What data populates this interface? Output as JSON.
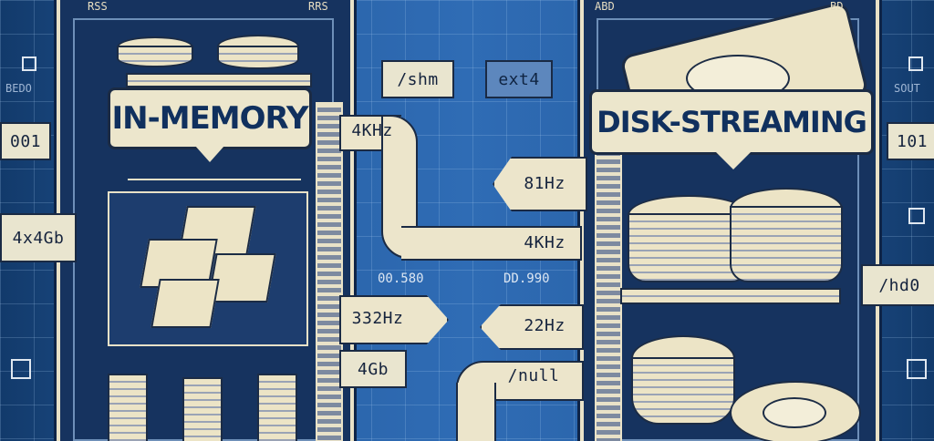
{
  "title_left": "IN-MEMORY",
  "title_right": "DISK-STREAMING",
  "labels": {
    "shm": "/shm",
    "ext4": "ext4",
    "bin_left": "001",
    "bin_right": "101",
    "mem_size": "4x4Gb",
    "hd0": "/hd0",
    "rate_4khz_top": "4KHz",
    "rate_81hz": "81Hz",
    "rate_4khz_bottom": "4KHz",
    "rate_332hz": "332Hz",
    "rate_22hz": "22Hz",
    "size_4gb": "4Gb",
    "null": "/null",
    "code_left": "00.580",
    "code_right": "DD.990"
  },
  "top_text": {
    "rss_left": "RSS",
    "rss_mid": "RRS",
    "abd": "ABD",
    "bd_right": "BD"
  },
  "side_text": {
    "left": "BEDO",
    "right": "SOUT"
  }
}
